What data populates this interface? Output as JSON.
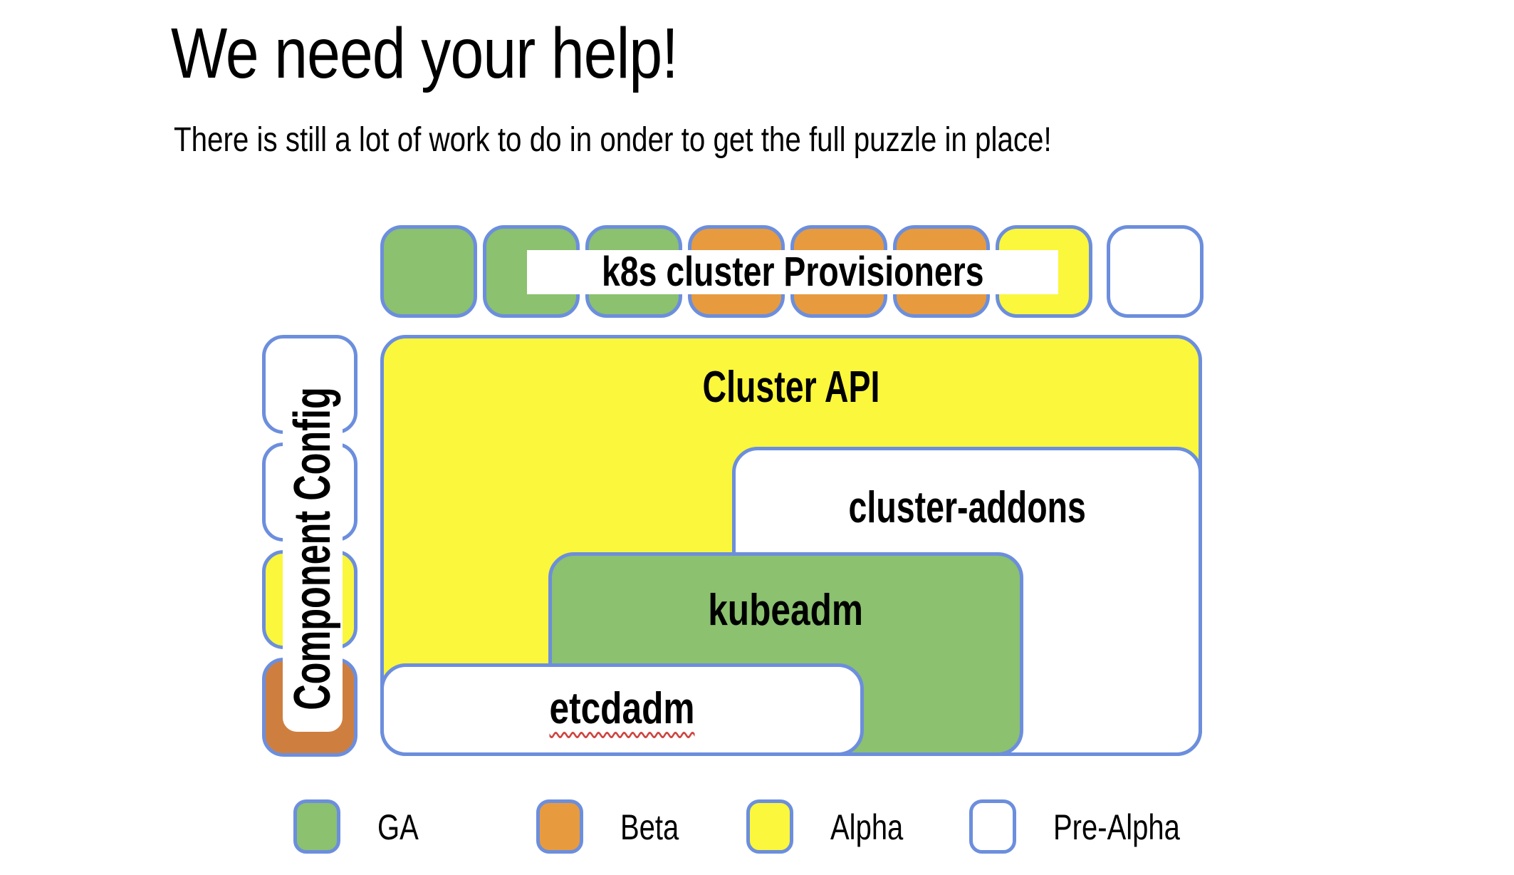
{
  "slide": {
    "title": "We need your help!",
    "subtitle": "There is still a lot of work to do in onder to get the full puzzle in place!"
  },
  "puzzle": {
    "provisioners_label": "k8s cluster Provisioners",
    "provisioner_pieces": [
      {
        "status": "GA"
      },
      {
        "status": "GA"
      },
      {
        "status": "GA"
      },
      {
        "status": "Beta"
      },
      {
        "status": "Beta"
      },
      {
        "status": "Beta"
      },
      {
        "status": "Alpha"
      },
      {
        "status": "Pre-Alpha"
      }
    ],
    "component_config": {
      "label": "Component Config",
      "segments": [
        {
          "status": "Pre-Alpha"
        },
        {
          "status": "Pre-Alpha"
        },
        {
          "status": "Alpha"
        },
        {
          "status": "Beta"
        }
      ]
    },
    "blocks": [
      {
        "label": "Cluster API",
        "status": "Alpha"
      },
      {
        "label": "cluster-addons",
        "status": "Pre-Alpha"
      },
      {
        "label": "kubeadm",
        "status": "GA"
      },
      {
        "label": "etcdadm",
        "status": "Pre-Alpha",
        "spellcheck_underline": true
      }
    ]
  },
  "legend": [
    {
      "label": "GA",
      "color": "#8BC16F"
    },
    {
      "label": "Beta",
      "color": "#E79B3E"
    },
    {
      "label": "Alpha",
      "color": "#FAF73C"
    },
    {
      "label": "Pre-Alpha",
      "color": "#FFFFFF"
    }
  ],
  "colors": {
    "border_blue": "#6C8EDD",
    "ga_green": "#8BC16F",
    "beta_orange": "#E79B3E",
    "beta_orange_dark": "#CE7F3F",
    "alpha_yellow": "#FAF73C",
    "pre_alpha_white": "#FFFFFF",
    "spellcheck_red": "#CE4540"
  }
}
